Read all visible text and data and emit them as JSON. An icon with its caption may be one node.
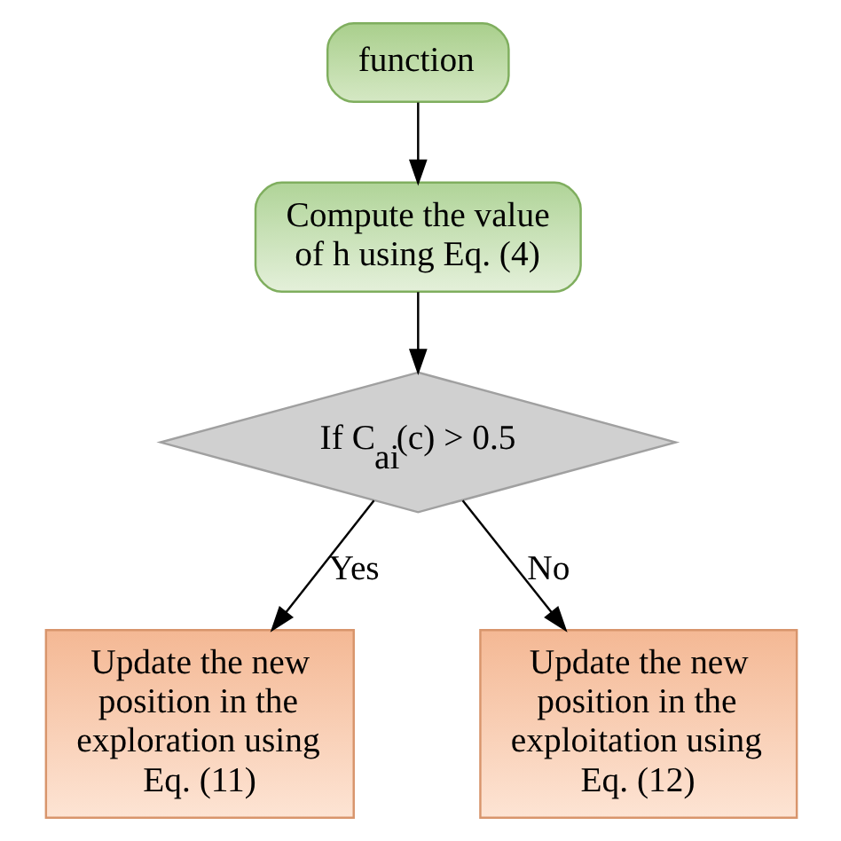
{
  "diagram": {
    "nodes": [
      {
        "text": [
          "function"
        ]
      },
      {
        "text": [
          "Compute the value of h using Eq. (4)"
        ]
      },
      {
        "text": [
          "If C$_{ai}$(c) > 0.5"
        ]
      },
      {
        "text": [
          "Update the new position in the exploration using Eq. (11)"
        ]
      },
      {
        "text": [
          "Update the new position in the exploitation using Eq. (12)"
        ]
      }
    ],
    "edges": [
      {
        "from": 0,
        "to": 1,
        "arrow": "to"
      },
      {
        "from": 1,
        "to": 2,
        "arrow": "to"
      },
      {
        "from": 2,
        "to": 3,
        "arrow": "to",
        "label": "Yes"
      },
      {
        "from": 2,
        "to": 4,
        "arrow": "to",
        "label": "No"
      }
    ]
  }
}
